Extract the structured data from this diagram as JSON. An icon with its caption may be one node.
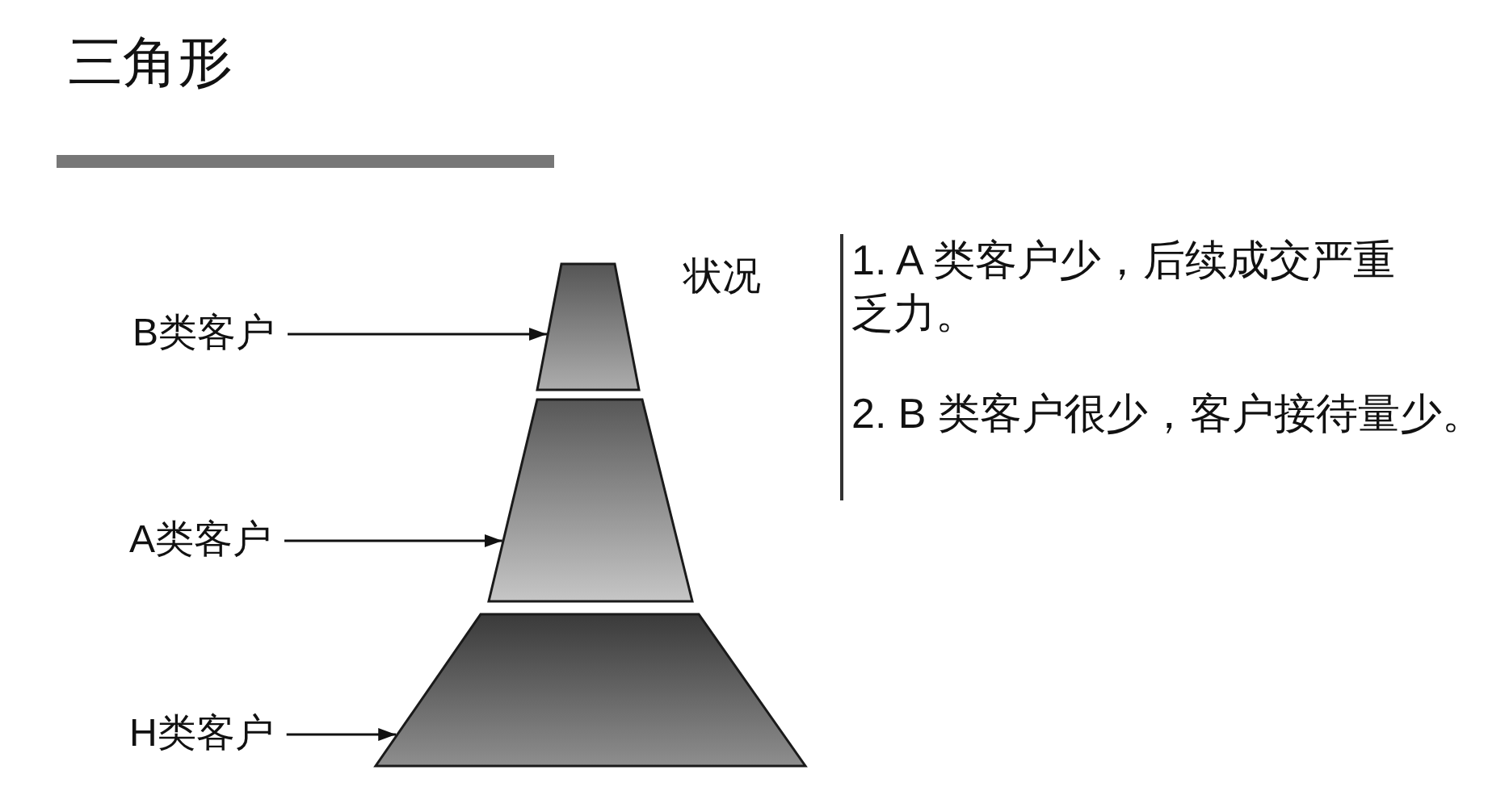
{
  "diagram": {
    "title": "三角形",
    "nodes": [
      {
        "text": [
          "B类客户"
        ]
      },
      {
        "text": [],
        "shape": "trapezoid"
      },
      {
        "text": [
          "A类客户"
        ]
      },
      {
        "text": [],
        "shape": "trapezoid"
      },
      {
        "text": [
          "H类客户"
        ]
      },
      {
        "text": [],
        "shape": "trapezoid"
      }
    ],
    "edges": [
      {
        "from": 0,
        "to": 1,
        "arrow": "to"
      },
      {
        "from": 2,
        "to": 3,
        "arrow": "to"
      },
      {
        "from": 4,
        "to": 5,
        "arrow": "to"
      }
    ],
    "labels": [
      "状况",
      "1. A 类客户少，后续成交严重乏力。",
      "2. B 类客户很少，客户接待量少。"
    ]
  }
}
